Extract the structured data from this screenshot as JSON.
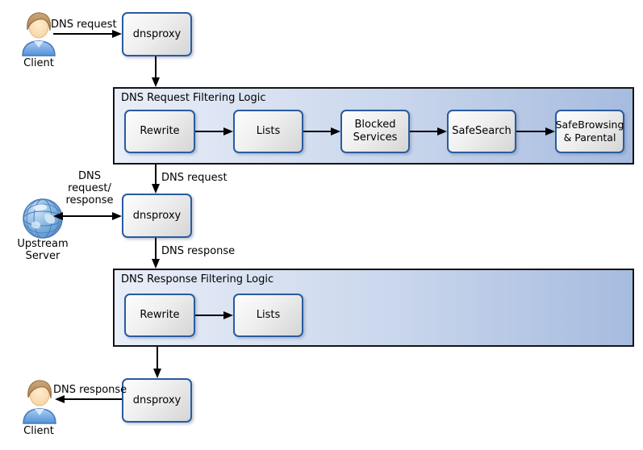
{
  "colors": {
    "box_border": "#2a5b9f",
    "box_fill_light": "#fdfdfd",
    "box_fill_dark": "#d5d5d5",
    "container_fill_left": "#e9eef8",
    "container_fill_right": "#a6bbdf",
    "container_border": "#141414",
    "arrow": "#000000",
    "globe_blue": "#79aede",
    "person_hair": "#bd9465",
    "person_shirt": "#6aa4e0"
  },
  "actors": {
    "client_top": {
      "label": "Client"
    },
    "client_bottom": {
      "label": "Client"
    },
    "upstream": {
      "label": "Upstream\nServer"
    }
  },
  "proxies": {
    "top": {
      "label": "dnsproxy"
    },
    "middle": {
      "label": "dnsproxy"
    },
    "bottom": {
      "label": "dnsproxy"
    }
  },
  "containers": [
    {
      "title": "DNS Request Filtering Logic",
      "boxes": [
        {
          "label": "Rewrite"
        },
        {
          "label": "Lists"
        },
        {
          "label": "Blocked\nServices"
        },
        {
          "label": "SafeSearch"
        },
        {
          "label": "SafeBrowsing\n& Parental"
        }
      ]
    },
    {
      "title": "DNS Response Filtering Logic",
      "boxes": [
        {
          "label": "Rewrite"
        },
        {
          "label": "Lists"
        }
      ]
    }
  ],
  "edge_labels": {
    "client_to_proxy": "DNS request",
    "container1_to_proxy2": "DNS request",
    "upstream_exchange": "DNS\nrequest/\nresponse",
    "proxy2_to_container2": "DNS response",
    "proxy3_to_client": "DNS response"
  }
}
